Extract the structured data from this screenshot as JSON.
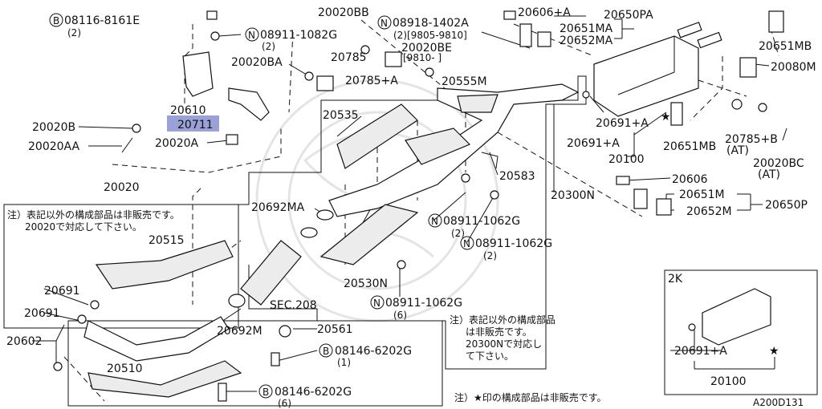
{
  "parts": {
    "p_08116_8161E": "08116-8161E",
    "p_08116_qty": "(2)",
    "p_08911_1082G": "08911-1082G",
    "p_08911_1082G_qty": "(2)",
    "p_20020BB": "20020BB",
    "p_08918_1402A": "08918-1402A",
    "p_08918_sub": "(2)[9805-9810]",
    "p_20606A": "20606+A",
    "p_20650PA": "20650PA",
    "p_20651MA": "20651MA",
    "p_20652MA": "20652MA",
    "p_20651MB_top": "20651MB",
    "p_20080M": "20080M",
    "p_20020BE": "20020BE",
    "p_20020BE_sub": "[9810-    ]",
    "p_20785": "20785",
    "p_20785A": "20785+A",
    "p_20020BA": "20020BA",
    "p_20610": "20610",
    "p_20711": "20711",
    "p_20020B": "20020B",
    "p_20020AA": "20020AA",
    "p_20020A": "20020A",
    "p_20535": "20535",
    "p_20555M": "20555M",
    "p_20691A_1": "20691+A",
    "p_20691A_2": "20691+A",
    "p_20100": "20100",
    "p_20651MB_mid": "20651MB",
    "p_20785B": "20785+B",
    "p_AT1": "(AT)",
    "p_20020BC": "20020BC",
    "p_AT2": "(AT)",
    "p_20583": "20583",
    "p_20300N": "20300N",
    "p_20606": "20606",
    "p_20651M": "20651M",
    "p_20652M": "20652M",
    "p_20650P": "20650P",
    "p_20020": "20020",
    "p_20692MA": "20692MA",
    "p_08911_1062G_a": "08911-1062G",
    "p_08911_1062G_a_qty": "(2)",
    "p_08911_1062G_b": "08911-1062G",
    "p_08911_1062G_b_qty": "(2)",
    "p_20515": "20515",
    "p_20691_1": "20691",
    "p_20691_2": "20691",
    "p_20602": "20602",
    "p_20510": "20510",
    "p_20692M": "20692M",
    "p_SEC208": "SEC.208",
    "p_20530N": "20530N",
    "p_08911_1062G_c": "08911-1062G",
    "p_08911_1062G_c_qty": "(6)",
    "p_20561": "20561",
    "p_08146_6202G_a": "08146-6202G",
    "p_08146_6202G_a_qty": "(1)",
    "p_08146_6202G_b": "08146-6202G",
    "p_08146_6202G_b_qty": "(6)",
    "p_2K": "2K",
    "p_20691A_2K": "20691+A",
    "p_20100_2K": "20100"
  },
  "prefixes": {
    "B": "B",
    "N": "N"
  },
  "notes": {
    "note_20020_line1": "注）表記以外の構成部品は非販売です。",
    "note_20020_line2": "20020で対応して下さい。",
    "note_20300N_line1": "注）表記以外の構成部品",
    "note_20300N_line2": "は非販売です。",
    "note_20300N_line3": "20300Nで対応し",
    "note_20300N_line4": "て下さい。",
    "note_star": "注）★印の構成部品は非販売です。",
    "star1": "★",
    "star2": "★"
  },
  "diagram_code": "A200D131"
}
